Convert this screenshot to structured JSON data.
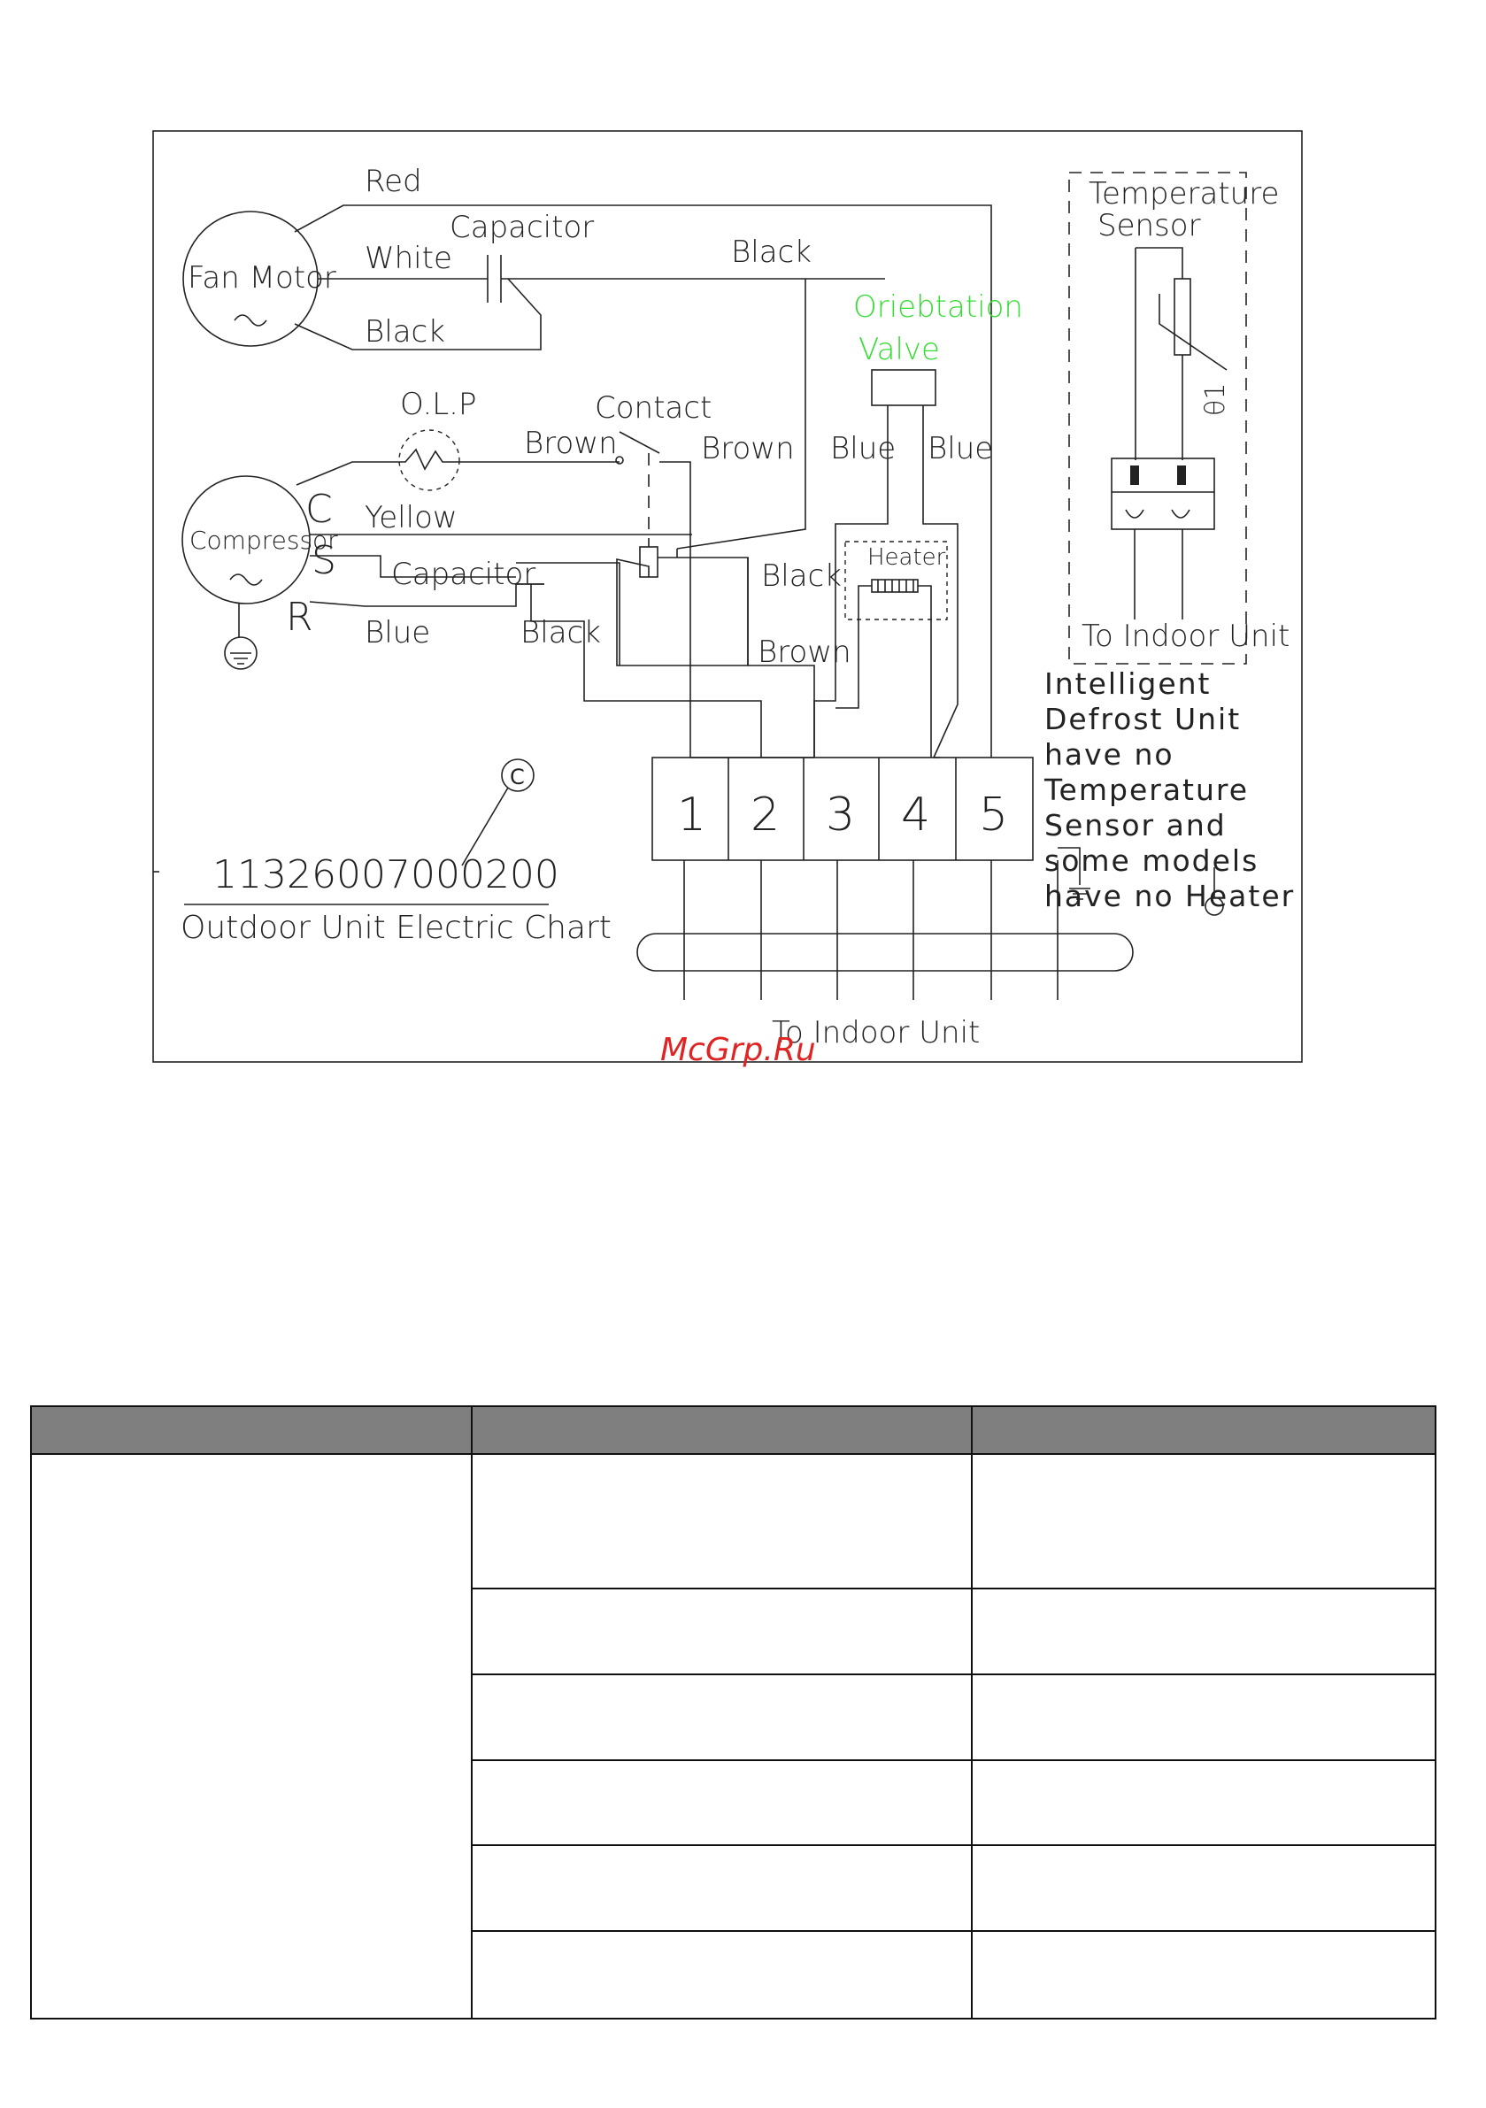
{
  "diagram": {
    "labels": {
      "red": "Red",
      "white": "White",
      "black_fan": "Black",
      "fan_motor": "Fan Motor",
      "capacitor_fan": "Capacitor",
      "black_top": "Black",
      "orientation_valve_1": "Oriebtation",
      "orientation_valve_2": "Valve",
      "temp_sensor_1": "Temperature",
      "temp_sensor_2": "Sensor",
      "theta": "θ1",
      "olp": "O.L.P",
      "contact": "Contact",
      "brown_left": "Brown",
      "brown_right": "Brown",
      "blue_left": "Blue",
      "blue_right": "Blue",
      "compressor": "Compressor",
      "c": "C",
      "s": "S",
      "r": "R",
      "yellow": "Yellow",
      "capacitor_comp": "Capacitor",
      "heater": "Heater",
      "black_mid": "Black",
      "blue_bottom": "Blue",
      "black_bottom": "Black",
      "brown_bottom": "Brown",
      "to_indoor_sensor": "To Indoor Unit",
      "to_indoor_bottom": "To Indoor Unit",
      "part_number": "11326007000200",
      "chart_title": "Outdoor Unit Electric Chart",
      "c_mark": "C",
      "watermark": "McGrp.Ru"
    },
    "terminals": [
      "1",
      "2",
      "3",
      "4",
      "5"
    ],
    "note": [
      "Intelligent",
      "Defrost Unit",
      "have no",
      "Temperature",
      "Sensor and",
      "some models",
      "have no Heater"
    ],
    "colors": {
      "line": "#222222",
      "valve_label": "#33dd33",
      "watermark": "#e02424",
      "table_header": "#7f7f7f"
    }
  },
  "table": {
    "headers": [
      "",
      "",
      ""
    ],
    "rows": 6
  }
}
